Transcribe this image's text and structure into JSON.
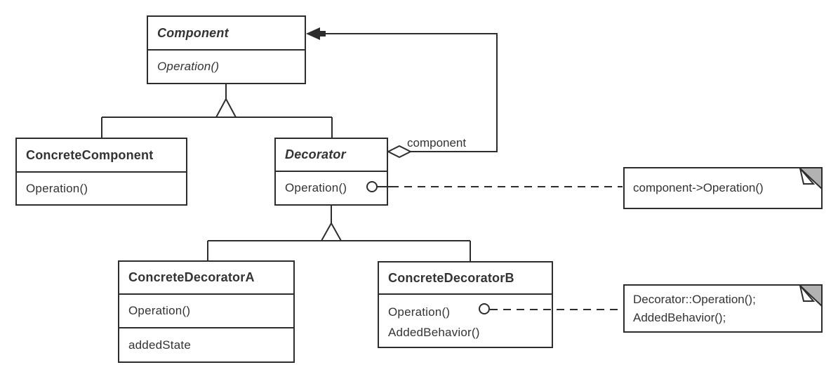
{
  "diagram_type": "uml-class-diagram",
  "classes": {
    "component": {
      "name": "Component",
      "abstract": true,
      "operations": [
        "Operation()"
      ]
    },
    "concrete_component": {
      "name": "ConcreteComponent",
      "abstract": false,
      "operations": [
        "Operation()"
      ]
    },
    "decorator": {
      "name": "Decorator",
      "abstract": true,
      "operations": [
        "Operation()"
      ]
    },
    "concrete_decorator_a": {
      "name": "ConcreteDecoratorA",
      "abstract": false,
      "operations": [
        "Operation()"
      ],
      "attributes": [
        "addedState"
      ]
    },
    "concrete_decorator_b": {
      "name": "ConcreteDecoratorB",
      "abstract": false,
      "operations": [
        "Operation()",
        "AddedBehavior()"
      ]
    }
  },
  "relationships": {
    "generalizations": [
      {
        "parent": "Component",
        "children": [
          "ConcreteComponent",
          "Decorator"
        ]
      },
      {
        "parent": "Decorator",
        "children": [
          "ConcreteDecoratorA",
          "ConcreteDecoratorB"
        ]
      }
    ],
    "aggregation": {
      "from": "Decorator",
      "to": "Component",
      "label": "component"
    }
  },
  "notes": {
    "decorator_note": {
      "lines": [
        "component->Operation()"
      ],
      "attached_to": "Decorator.Operation()"
    },
    "decorator_b_note": {
      "lines": [
        "Decorator::Operation();",
        "AddedBehavior();"
      ],
      "attached_to": "ConcreteDecoratorB.Operation()"
    }
  },
  "colors": {
    "line": "#2d2d2d",
    "text": "#333333",
    "note_fold": "#b2b2b2",
    "background": "#ffffff"
  }
}
